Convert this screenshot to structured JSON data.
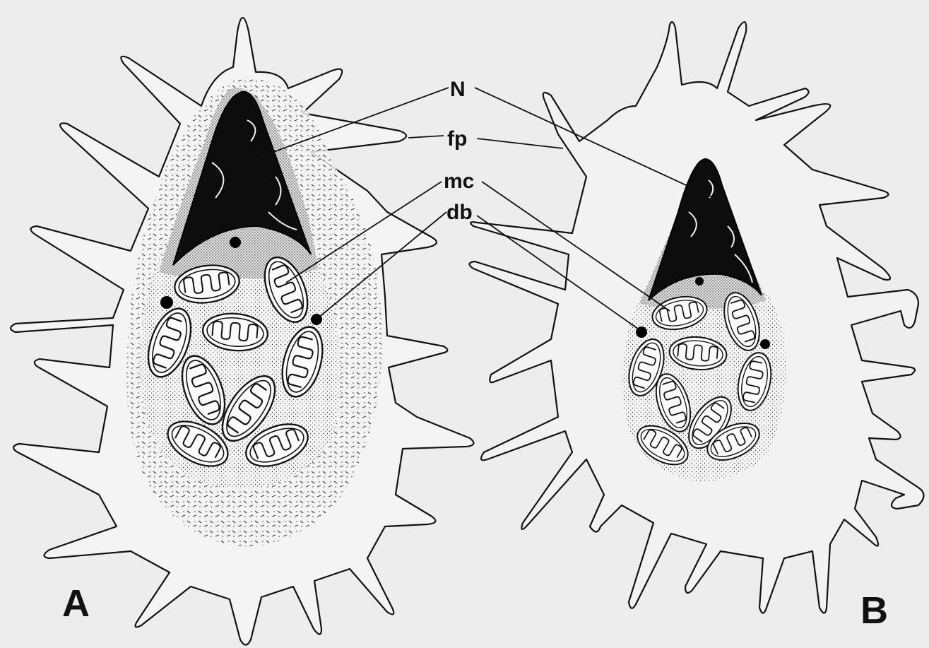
{
  "labels": {
    "nucleus": "N",
    "filopodia": "fp",
    "mitochondria": "mc",
    "dense_body": "db"
  },
  "panels": [
    {
      "id": "A",
      "letter": "A"
    },
    {
      "id": "B",
      "letter": "B"
    }
  ],
  "colors": {
    "background": "#ededed",
    "ink": "#111111",
    "nucleus": "#0d0d0d"
  }
}
